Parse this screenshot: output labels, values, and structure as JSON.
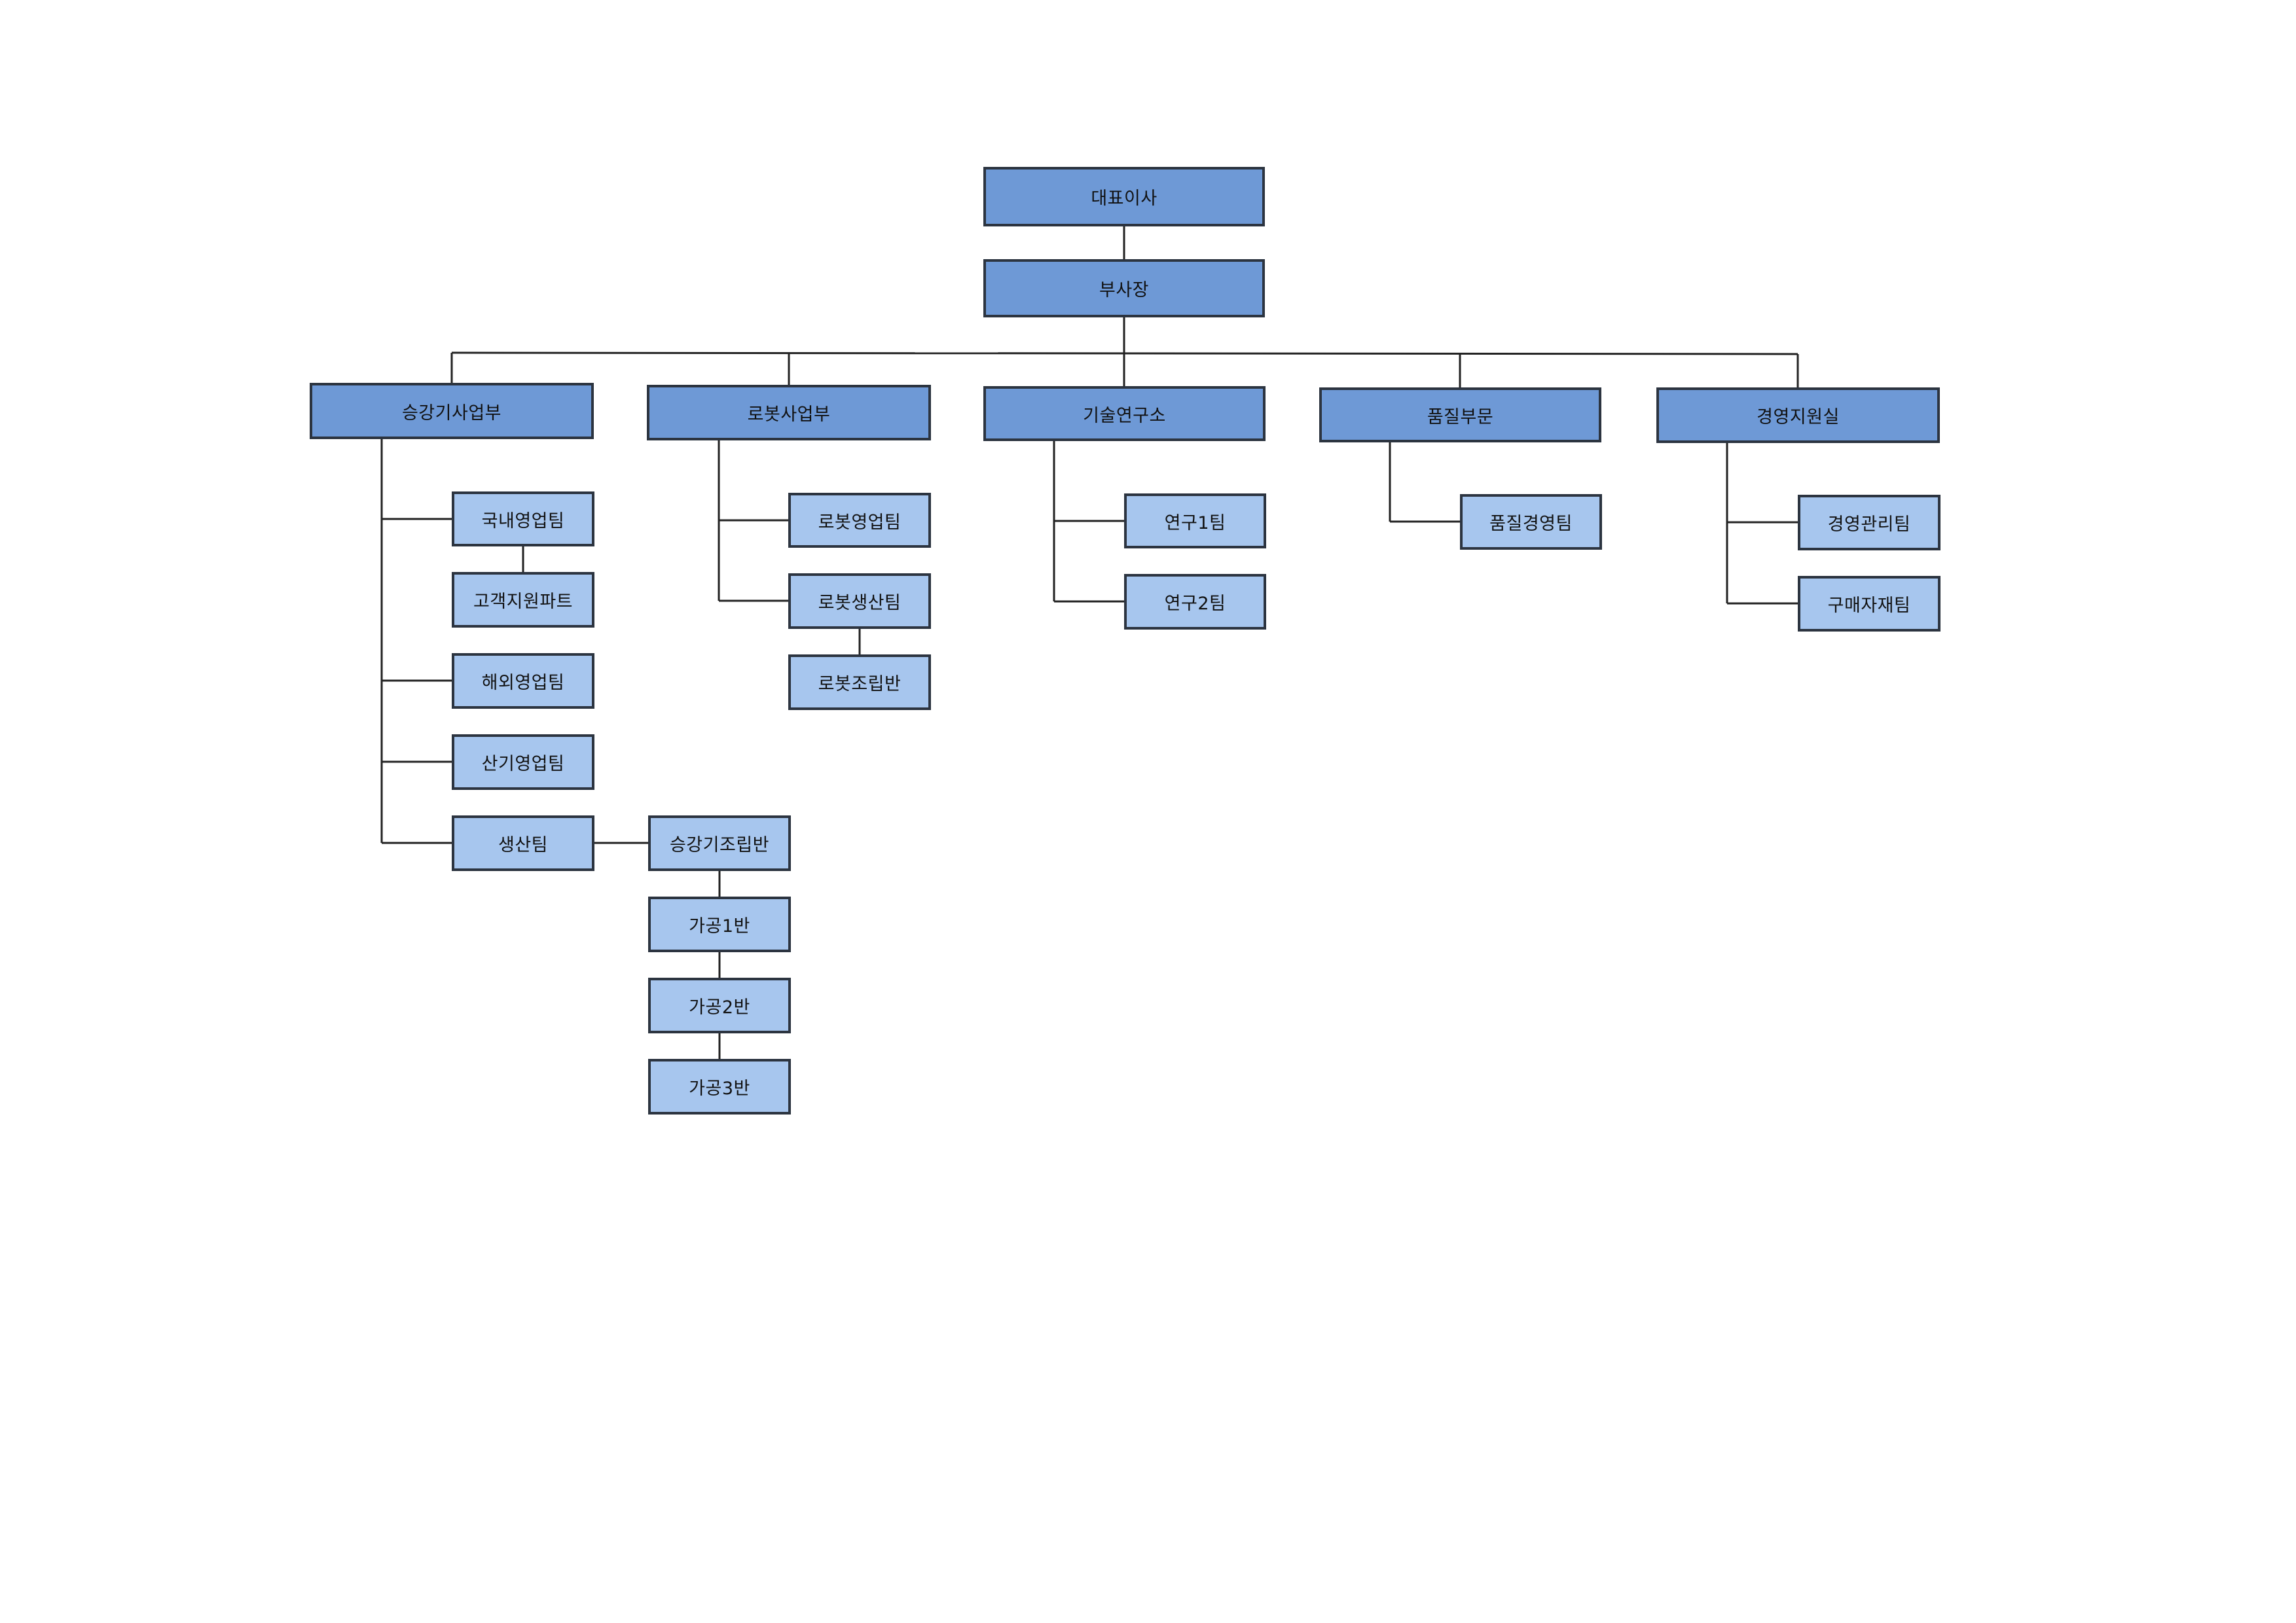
{
  "org": {
    "ceo": "대표이사",
    "vice_president": "부사장",
    "divisions": [
      {
        "name": "승강기사업부",
        "teams": [
          "국내영업팀",
          "고객지원파트",
          "해외영업팀",
          "산기영업팀",
          "생산팀"
        ],
        "production_units": [
          "승강기조립반",
          "가공1반",
          "가공2반",
          "가공3반"
        ]
      },
      {
        "name": "로봇사업부",
        "teams": [
          "로봇영업팀",
          "로봇생산팀",
          "로봇조립반"
        ]
      },
      {
        "name": "기술연구소",
        "teams": [
          "연구1팀",
          "연구2팀"
        ]
      },
      {
        "name": "품질부문",
        "teams": [
          "품질경영팀"
        ]
      },
      {
        "name": "경영지원실",
        "teams": [
          "경영관리팀",
          "구매자재팀"
        ]
      }
    ]
  },
  "colors": {
    "division_fill": "#6e99d6",
    "team_fill": "#a7c6ee",
    "border": "#2c3440",
    "connector": "#222222"
  }
}
